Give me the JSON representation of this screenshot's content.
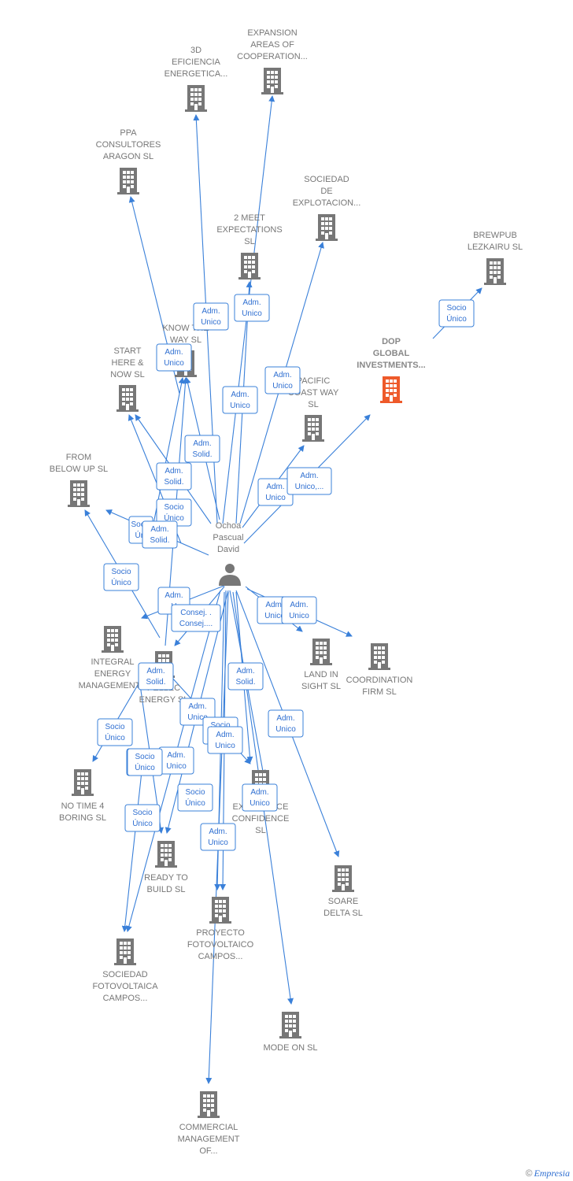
{
  "colors": {
    "edge": "#3a80d9",
    "building": "#777777",
    "building_highlight": "#ee5a2a",
    "label": "#777777"
  },
  "person": {
    "name_lines": [
      "Ochoa",
      "Pascual",
      "David"
    ],
    "icon": "person-icon"
  },
  "companies": [
    {
      "id": "c1",
      "lines": [
        "EXPANSION",
        "AREAS OF",
        "COOPERATION..."
      ]
    },
    {
      "id": "c2",
      "lines": [
        "3D",
        "EFICIENCIA",
        "ENERGETICA..."
      ]
    },
    {
      "id": "c3",
      "lines": [
        "PPA",
        "CONSULTORES",
        "ARAGON  SL"
      ]
    },
    {
      "id": "c4",
      "lines": [
        "SOCIEDAD",
        "DE",
        "EXPLOTACION..."
      ]
    },
    {
      "id": "c5",
      "lines": [
        "2 MEET",
        "EXPECTATIONS",
        "SL"
      ]
    },
    {
      "id": "c6",
      "lines": [
        "BREWPUB",
        "LEZKAIRU  SL"
      ]
    },
    {
      "id": "c7",
      "lines": [
        "KNOW THE",
        "WAY  SL"
      ]
    },
    {
      "id": "c8",
      "lines": [
        "DOP",
        "GLOBAL",
        "INVESTMENTS..."
      ],
      "highlight": true
    },
    {
      "id": "c9",
      "lines": [
        "START",
        "HERE &",
        "NOW  SL"
      ]
    },
    {
      "id": "c10",
      "lines": [
        "PACIFIC",
        "COAST WAY",
        "SL"
      ]
    },
    {
      "id": "c11",
      "lines": [
        "FROM",
        "BELOW UP  SL"
      ]
    },
    {
      "id": "c12",
      "lines": [
        "INTEGRAL",
        "ENERGY",
        "MANAGEMENT..."
      ]
    },
    {
      "id": "c13",
      "lines": [
        "PELLEC",
        "ENERGY  SL"
      ]
    },
    {
      "id": "c14",
      "lines": [
        "LAND IN",
        "SIGHT  SL"
      ]
    },
    {
      "id": "c15",
      "lines": [
        "COORDINATION",
        "FIRM  SL"
      ]
    },
    {
      "id": "c16",
      "lines": [
        "NO TIME 4",
        "BORING  SL"
      ]
    },
    {
      "id": "c17",
      "lines": [
        "EXPERIENCE",
        "CONFIDENCE",
        "SL"
      ]
    },
    {
      "id": "c18",
      "lines": [
        "READY TO",
        "BUILD  SL"
      ]
    },
    {
      "id": "c19",
      "lines": [
        "SOARE",
        "DELTA SL"
      ]
    },
    {
      "id": "c20",
      "lines": [
        "PROYECTO",
        "FOTOVOLTAICO",
        "CAMPOS..."
      ]
    },
    {
      "id": "c21",
      "lines": [
        "SOCIEDAD",
        "FOTOVOLTAICA",
        "CAMPOS..."
      ]
    },
    {
      "id": "c22",
      "lines": [
        "MODE ON  SL"
      ]
    },
    {
      "id": "c23",
      "lines": [
        "COMMERCIAL",
        "MANAGEMENT",
        "OF..."
      ]
    }
  ],
  "relations": [
    {
      "id": "r1",
      "lines": [
        "Adm.",
        "Unico"
      ]
    },
    {
      "id": "r2",
      "lines": [
        "Adm.",
        "Unico"
      ]
    },
    {
      "id": "r3",
      "lines": [
        "Socio",
        "Único"
      ]
    },
    {
      "id": "r4",
      "lines": [
        "Adm.",
        "Unico"
      ]
    },
    {
      "id": "r5",
      "lines": [
        "Adm.",
        "Unico"
      ]
    },
    {
      "id": "r6",
      "lines": [
        "Adm.",
        "Unico"
      ]
    },
    {
      "id": "r7",
      "lines": [
        "Adm.",
        "Solid."
      ]
    },
    {
      "id": "r8",
      "lines": [
        "Adm.",
        "Unico"
      ]
    },
    {
      "id": "r9",
      "lines": [
        "Adm.",
        "Unico,..."
      ]
    },
    {
      "id": "r10",
      "lines": [
        "Adm.",
        "Solid."
      ]
    },
    {
      "id": "r11",
      "lines": [
        "Socio",
        "Único"
      ]
    },
    {
      "id": "r12",
      "lines": [
        "Socio",
        "Úni"
      ]
    },
    {
      "id": "r13",
      "lines": [
        "Adm.",
        "Solid."
      ]
    },
    {
      "id": "r14",
      "lines": [
        "Socio",
        "Único"
      ]
    },
    {
      "id": "r15",
      "lines": [
        "Adm.",
        "U"
      ]
    },
    {
      "id": "r16",
      "lines": [
        "Consej. .",
        "Consej...."
      ]
    },
    {
      "id": "r17",
      "lines": [
        "Adm.",
        "Unico"
      ]
    },
    {
      "id": "r18",
      "lines": [
        "Adm.",
        "Unico"
      ]
    },
    {
      "id": "r19",
      "lines": [
        "Adm.",
        "Solid."
      ]
    },
    {
      "id": "r20",
      "lines": [
        "Adm.",
        "Solid."
      ]
    },
    {
      "id": "r21",
      "lines": [
        "Adm.",
        "Unico"
      ]
    },
    {
      "id": "r22",
      "lines": [
        "Adm.",
        "Unico"
      ]
    },
    {
      "id": "r23",
      "lines": [
        "Socio",
        "Único"
      ]
    },
    {
      "id": "r24",
      "lines": [
        "Socio",
        "Único"
      ]
    },
    {
      "id": "r25",
      "lines": [
        "Adm.",
        "Unico"
      ]
    },
    {
      "id": "r26",
      "lines": [
        "Socio",
        "Único"
      ]
    },
    {
      "id": "r27",
      "lines": [
        "Socio",
        "Único"
      ]
    },
    {
      "id": "r28",
      "lines": [
        "Adm.",
        "Unico"
      ]
    },
    {
      "id": "r29",
      "lines": [
        "Adm.",
        "Unico"
      ]
    },
    {
      "id": "r30",
      "lines": [
        "Socio",
        "Único"
      ]
    },
    {
      "id": "r31",
      "lines": [
        "Adm.",
        "Unico"
      ]
    },
    {
      "id": "r32",
      "lines": [
        "Socio",
        "Único"
      ]
    }
  ],
  "footer": {
    "copyright": "©",
    "brand": "Empresia"
  }
}
